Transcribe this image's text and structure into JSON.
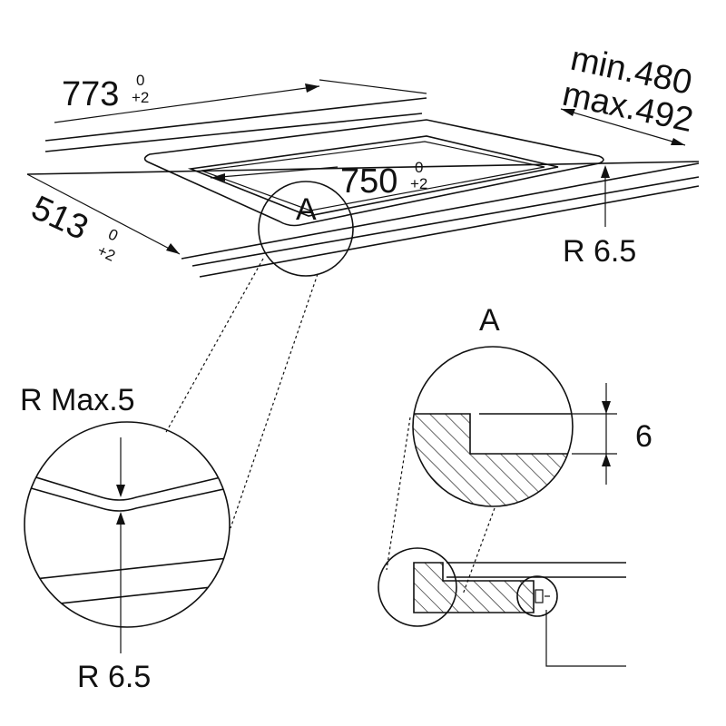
{
  "dimensions": {
    "width_total": {
      "value": "773",
      "tol_upper": "0",
      "tol_lower": "+2"
    },
    "cutout_width": {
      "value": "750",
      "tol_upper": "0",
      "tol_lower": "+2"
    },
    "depth": {
      "value": "513",
      "tol_upper": "0",
      "tol_lower": "+2"
    },
    "depth_min": "min.480",
    "depth_max": "max.492",
    "corner_radius_top": "R 6.5",
    "corner_radius_detail_top": "R Max.5",
    "corner_radius_detail_bottom": "R 6.5",
    "frame_height": "6"
  },
  "labels": {
    "detail_marker": "A",
    "detail_title": "A"
  }
}
